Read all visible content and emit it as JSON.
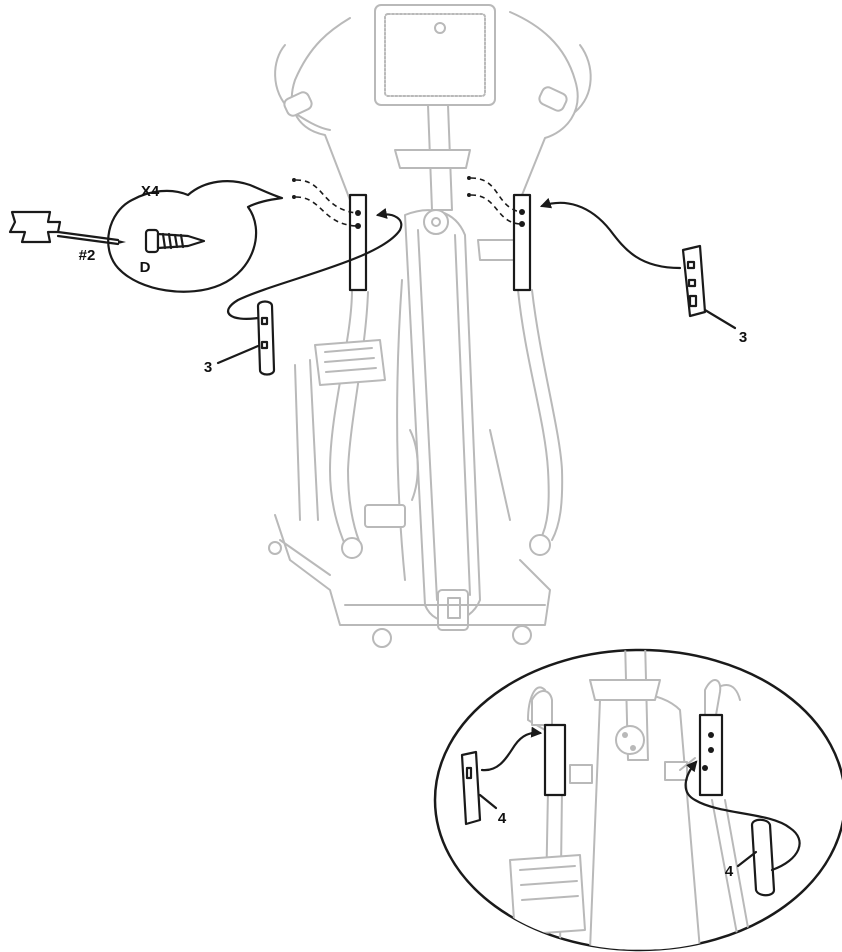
{
  "callouts": {
    "quantity": "X4",
    "screwdriver": "#2",
    "screw": "D",
    "part_left": "3",
    "part_right": "3",
    "inset_part_left": "4",
    "inset_part_right": "4"
  },
  "colors": {
    "line_art": "#1a1a1a",
    "faint_machine": "#b9b9b9",
    "background": "#ffffff"
  }
}
